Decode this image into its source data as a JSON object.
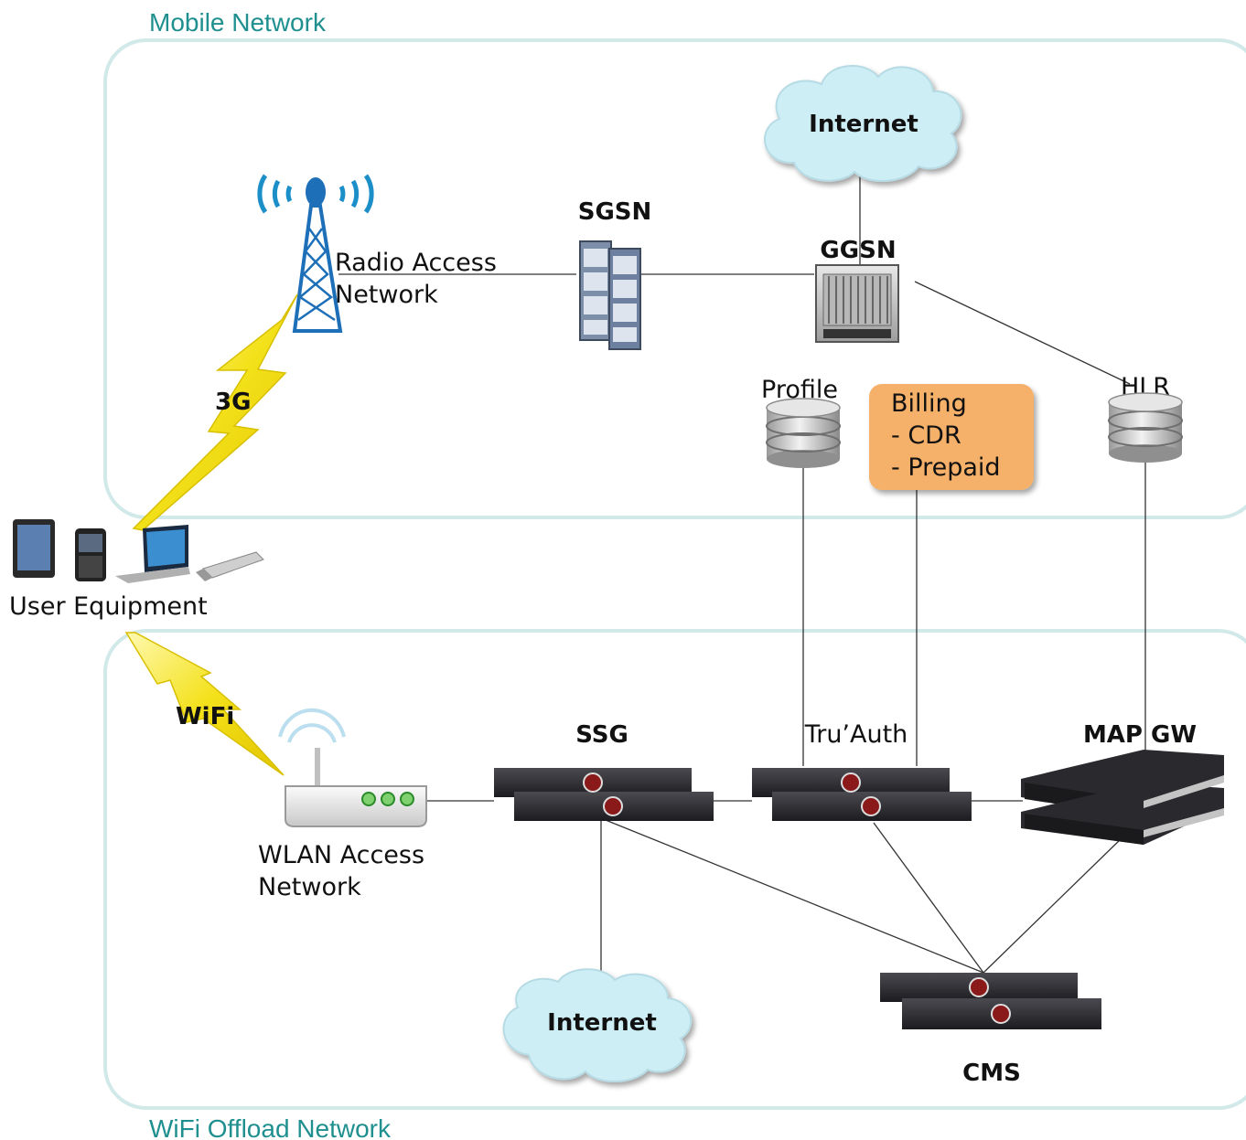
{
  "zones": {
    "mobile": "Mobile Network",
    "wifi": "WiFi Offload Network"
  },
  "nodes": {
    "internet_top": "Internet",
    "internet_bottom": "Internet",
    "ran_line1": "Radio Access",
    "ran_line2": "Network",
    "sgsn": "SGSN",
    "ggsn": "GGSN",
    "profile": "Profile",
    "hlr": "HLR",
    "billing_line1": "Billing",
    "billing_line2": "- CDR",
    "billing_line3": "- Prepaid",
    "user_equipment": "User Equipment",
    "wlan_line1": "WLAN Access",
    "wlan_line2": "Network",
    "ssg": "SSG",
    "truauth": "Tru’Auth",
    "mapgw": "MAP GW",
    "cms": "CMS"
  },
  "links": {
    "g3": "3G",
    "wifi": "WiFi"
  },
  "colors": {
    "zone_border": "#d2e9e9",
    "zone_title": "#1f8f8f",
    "cloud": "#cdeef5",
    "billing_box": "#f5b06a",
    "bolt": "#f3e11a"
  }
}
